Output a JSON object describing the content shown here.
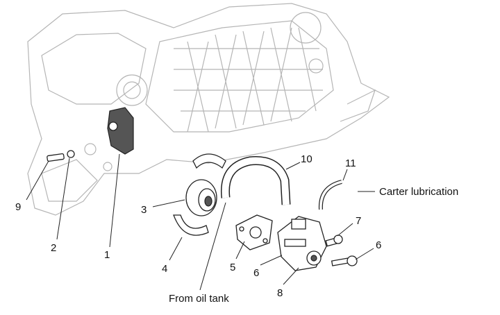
{
  "diagram": {
    "callouts": [
      {
        "id": "1",
        "text": "1"
      },
      {
        "id": "2",
        "text": "2"
      },
      {
        "id": "3",
        "text": "3"
      },
      {
        "id": "4",
        "text": "4"
      },
      {
        "id": "5",
        "text": "5"
      },
      {
        "id": "6a",
        "text": "6"
      },
      {
        "id": "6b",
        "text": "6"
      },
      {
        "id": "7",
        "text": "7"
      },
      {
        "id": "8",
        "text": "8"
      },
      {
        "id": "9",
        "text": "9"
      },
      {
        "id": "10",
        "text": "10"
      },
      {
        "id": "11",
        "text": "11"
      }
    ],
    "annotations": {
      "carter": "Carter lubrication",
      "oil_tank": "From oil tank"
    }
  }
}
